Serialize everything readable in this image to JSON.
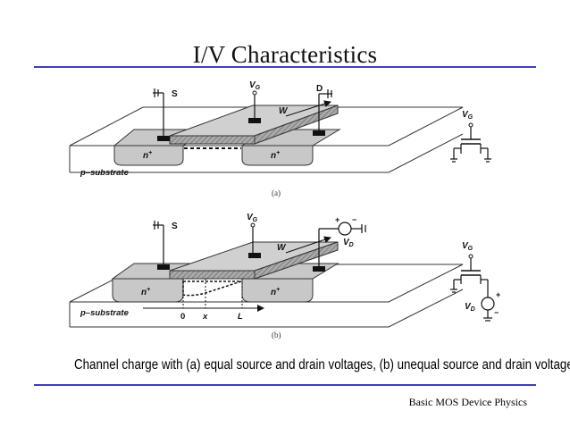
{
  "slide": {
    "title": "I/V Characteristics",
    "caption": "Channel charge with (a) equal source and drain voltages, (b) unequal source and drain voltages.",
    "footer": "Basic MOS Device Physics"
  },
  "figure_a": {
    "source_label": "S",
    "gate_label": "V",
    "gate_sub": "G",
    "drain_label": "D",
    "width_label": "W",
    "n_left": "n",
    "n_right": "n",
    "plus": "+",
    "substrate_label": "p–substrate",
    "subfig_label": "(a)",
    "sym_gate_label": "V",
    "sym_gate_sub": "G"
  },
  "figure_b": {
    "source_label": "S",
    "gate_label": "V",
    "gate_sub": "G",
    "width_label": "W",
    "vd_label": "V",
    "vd_sub": "D",
    "plus": "+",
    "minus": "−",
    "n_left": "n",
    "n_right": "n",
    "substrate_label": "p–substrate",
    "axis_zero": "0",
    "axis_x": "x",
    "axis_L": "L",
    "subfig_label": "(b)",
    "sym_gate_label": "V",
    "sym_gate_sub": "G",
    "sym_vd_label": "V",
    "sym_vd_sub": "D"
  },
  "colors": {
    "accent_rule": "#3b3fb8",
    "device_gray": "#c8c8c8",
    "gate_oxide": "#8a8a8a"
  }
}
